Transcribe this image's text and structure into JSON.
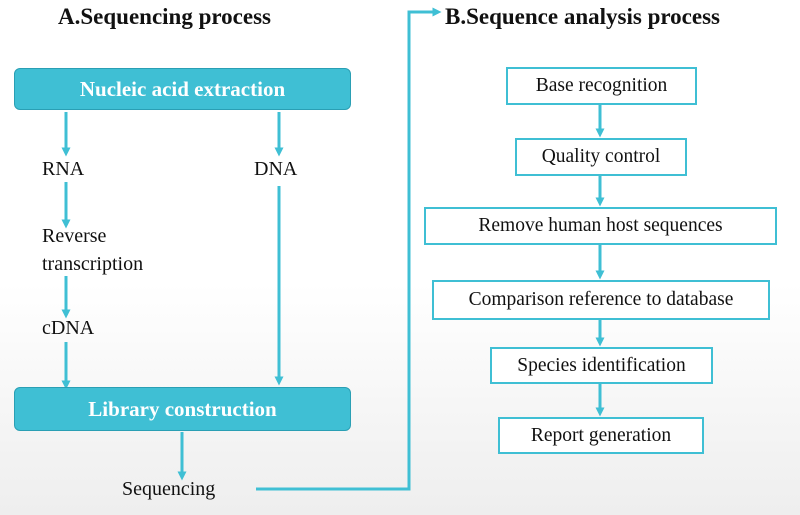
{
  "panel_a": {
    "title": "A.Sequencing process",
    "extraction_label": "Nucleic acid extraction",
    "rna_label": "RNA",
    "dna_label": "DNA",
    "reverse_label": "Reverse",
    "transcription_label": "transcription",
    "cdna_label": "cDNA",
    "library_label": "Library construction",
    "sequencing_label": "Sequencing"
  },
  "panel_b": {
    "title": "B.Sequence analysis process",
    "steps": [
      "Base recognition",
      "Quality control",
      "Remove human host sequences",
      "Comparison reference to database",
      "Species identification",
      "Report generation"
    ]
  },
  "colors": {
    "accent": "#3fbfd4",
    "accent_border": "#2a9fb4",
    "text": "#111111"
  }
}
